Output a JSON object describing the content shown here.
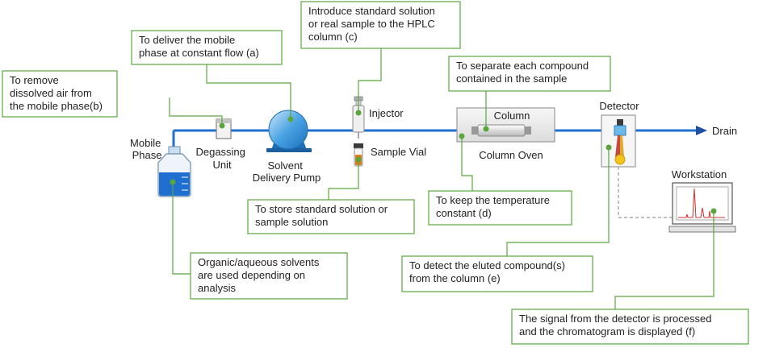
{
  "labels": {
    "mobile_phase": [
      "Mobile",
      "Phase"
    ],
    "degassing_unit": [
      "Degassing",
      "Unit"
    ],
    "solvent_delivery_pump": [
      "Solvent",
      "Delivery Pump"
    ],
    "injector": "Injector",
    "sample_vial": "Sample Vial",
    "column": "Column",
    "column_oven": "Column Oven",
    "detector": "Detector",
    "workstation": "Workstation",
    "drain": "Drain"
  },
  "callouts": {
    "a": [
      "To deliver the mobile",
      "phase at constant flow (a)"
    ],
    "b": [
      "To remove",
      "dissolved air from",
      "the mobile phase(b)"
    ],
    "c": [
      "Introduce standard solution",
      "or real sample to the HPLC",
      "column (c)"
    ],
    "column_desc": [
      "To separate each compound",
      "contained in the sample"
    ],
    "vial_desc": [
      "To store standard solution or",
      "sample solution"
    ],
    "d": [
      "To keep the temperature",
      "constant (d)"
    ],
    "solvent_desc": [
      "Organic/aqueous solvents",
      "are used depending on",
      "analysis"
    ],
    "e": [
      "To detect the eluted compound(s)",
      "from the column (e)"
    ],
    "f": [
      "The signal from the detector is processed",
      "and the chromatogram is displayed (f)"
    ]
  },
  "colors": {
    "accent_green": "#5aa63c",
    "flow_line": "#1f6fd1",
    "mobile_phase_liquid": "#1f6fd1",
    "pump_body": "#2e8fd6",
    "sample_liquid": "#e07b1a",
    "chromatogram_peaks": "#d03030",
    "drain_arrow": "#1f4fa0"
  }
}
